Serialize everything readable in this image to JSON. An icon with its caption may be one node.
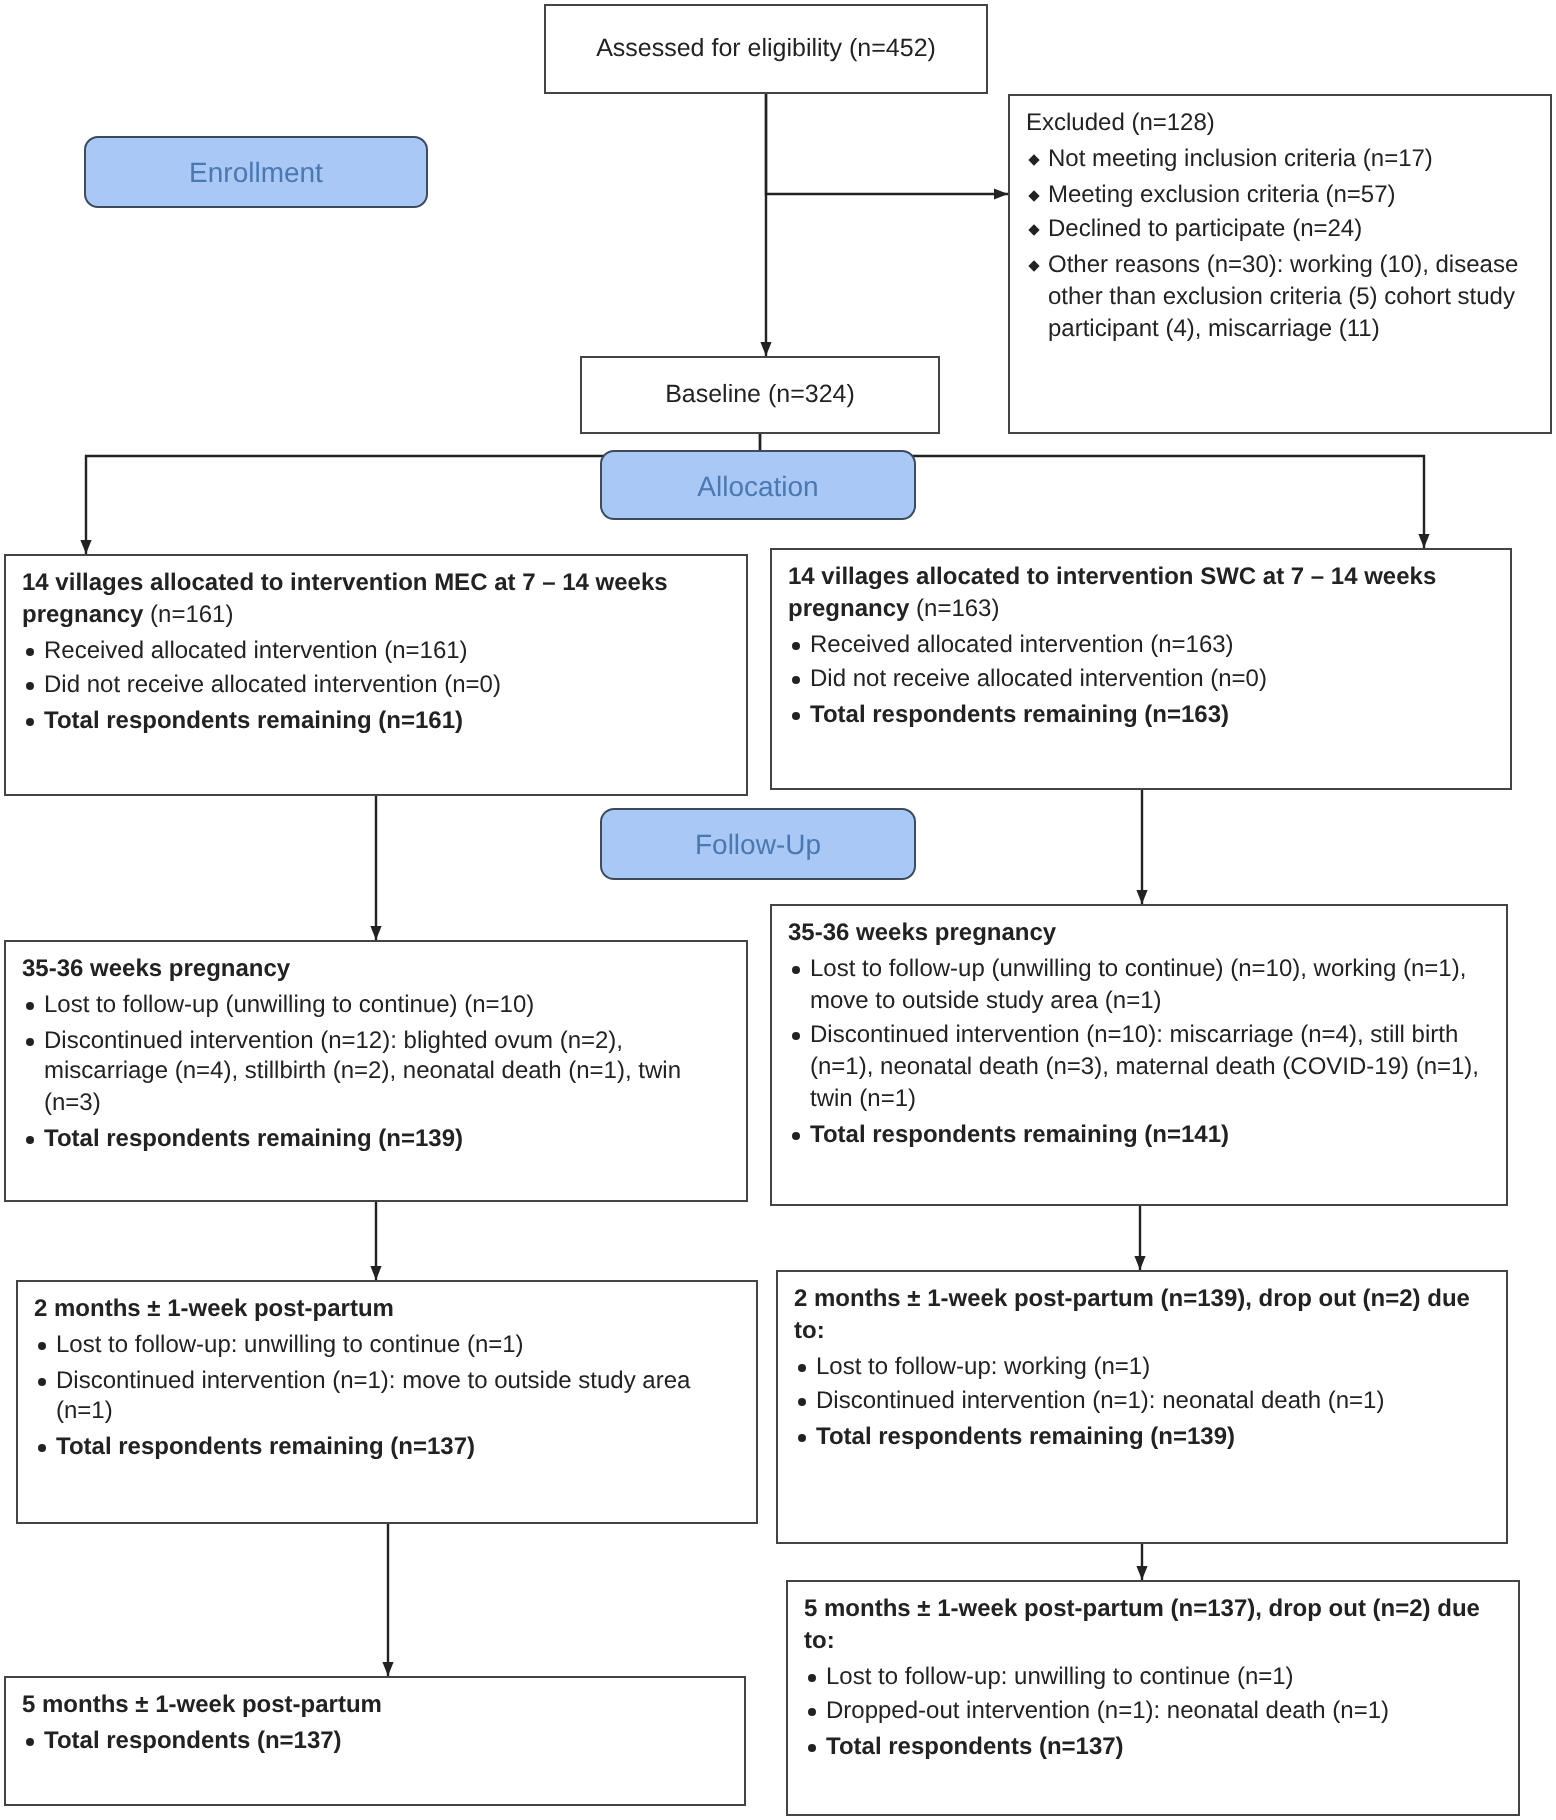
{
  "diagram": {
    "nodes": [
      {
        "text": [
          "Assessed for eligibility (n=452)"
        ]
      },
      {
        "text": [
          "Enrollment"
        ]
      },
      {
        "text": [
          "Excluded (n=128)",
          "Not meeting inclusion criteria (n=17)",
          "Meeting exclusion criteria (n=57)",
          "Declined to participate (n=24)",
          "Other reasons (n=30): working (10), disease other than exclusion criteria (5) cohort study participant (4), miscarriage (11)"
        ]
      },
      {
        "text": [
          "Baseline (n=324)"
        ]
      },
      {
        "text": [
          "Allocation"
        ]
      },
      {
        "text": [
          "**14 villages allocated to intervention MEC at 7 – 14 weeks pregnancy** (n=161)",
          "Received allocated intervention (n=161)",
          "Did not receive allocated intervention (n=0)",
          "Total respondents remaining (n=161)"
        ]
      },
      {
        "text": [
          "**14 villages allocated to intervention SWC at 7 – 14 weeks pregnancy** (n=163)",
          "Received allocated intervention (n=163)",
          "Did not receive allocated intervention (n=0)",
          "Total respondents remaining (n=163)"
        ]
      },
      {
        "text": [
          "Follow-Up"
        ]
      },
      {
        "text": [
          "35-36 weeks pregnancy",
          "Lost to follow-up (unwilling to continue) (n=10)",
          "Discontinued intervention (n=12): blighted ovum (n=2), miscarriage (n=4), stillbirth (n=2), neonatal death (n=1), twin (n=3)",
          "Total respondents remaining (n=139)"
        ]
      },
      {
        "text": [
          "35-36 weeks pregnancy",
          "Lost to follow-up (unwilling to continue) (n=10), working (n=1), move to outside study area (n=1)",
          "Discontinued intervention (n=10): miscarriage (n=4), still birth (n=1), neonatal death (n=3), maternal death (COVID-19) (n=1), twin (n=1)",
          "Total respondents remaining (n=141)"
        ]
      },
      {
        "text": [
          "2 months ± 1-week post-partum",
          "Lost to follow-up: unwilling to continue (n=1)",
          "Discontinued intervention (n=1): move to outside study area (n=1)",
          "Total respondents remaining (n=137)"
        ]
      },
      {
        "text": [
          "2 months ± 1-week post-partum (n=139), drop out (n=2) due to:",
          "Lost to follow-up: working (n=1)",
          "Discontinued intervention (n=1): neonatal death (n=1)",
          "Total respondents remaining (n=139)"
        ]
      },
      {
        "text": [
          "5 months ± 1-week post-partum",
          "Total respondents (n=137)"
        ]
      },
      {
        "text": [
          "5 months ± 1-week post-partum (n=137), drop out (n=2) due to:",
          "Lost to follow-up: unwilling to continue (n=1)",
          "Dropped-out intervention (n=1): neonatal death (n=1)",
          "Total respondents (n=137)"
        ]
      }
    ],
    "edges": [
      {
        "from": 0,
        "to": 3,
        "arrow": "to"
      },
      {
        "from": 0,
        "to": 2,
        "arrow": "to"
      },
      {
        "from": 3,
        "to": 5,
        "arrow": "to"
      },
      {
        "from": 3,
        "to": 6,
        "arrow": "to"
      },
      {
        "from": 5,
        "to": 8,
        "arrow": "to"
      },
      {
        "from": 6,
        "to": 9,
        "arrow": "to"
      },
      {
        "from": 8,
        "to": 10,
        "arrow": "to"
      },
      {
        "from": 9,
        "to": 11,
        "arrow": "to"
      },
      {
        "from": 10,
        "to": 12,
        "arrow": "to"
      },
      {
        "from": 11,
        "to": 13,
        "arrow": "to"
      }
    ]
  }
}
